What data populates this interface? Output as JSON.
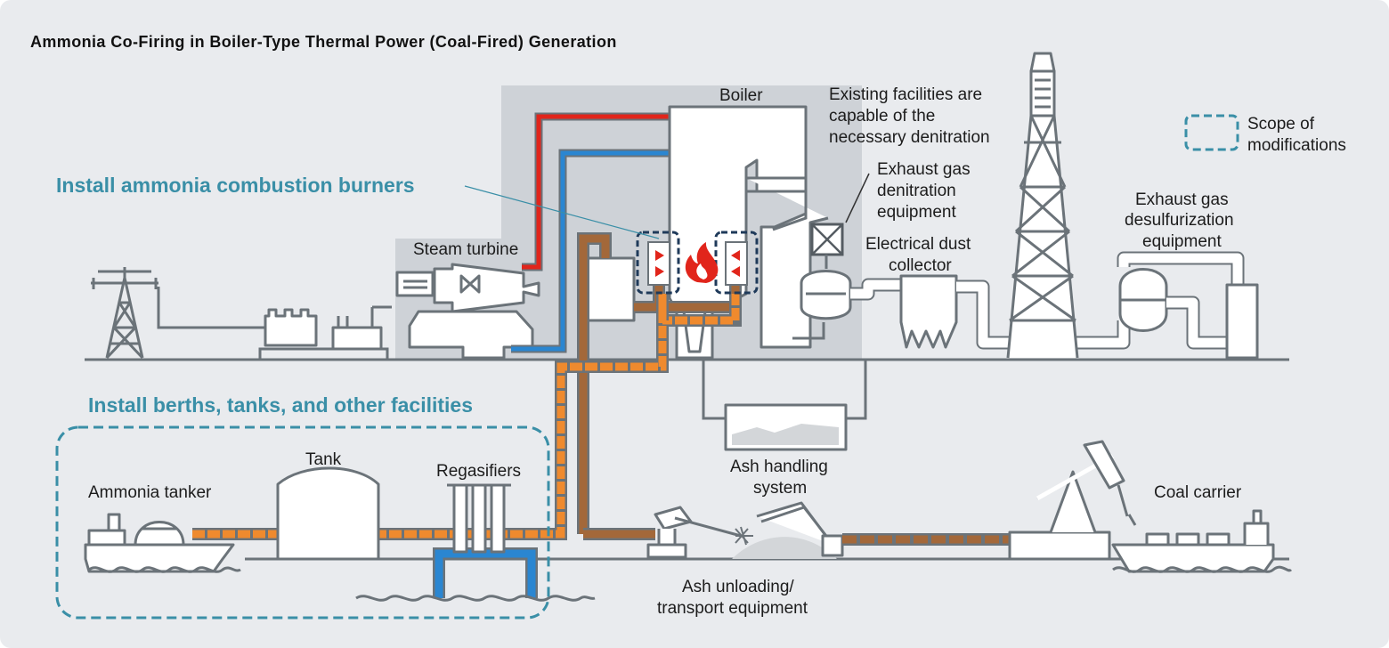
{
  "title": "Ammonia Co-Firing in Boiler-Type Thermal Power (Coal-Fired) Generation",
  "callouts": {
    "burners": "Install ammonia combustion burners",
    "berths": "Install berths, tanks, and other facilities"
  },
  "legend": {
    "line1": "Scope of",
    "line2": "modifications"
  },
  "labels": {
    "boiler": "Boiler",
    "existing": [
      "Existing facilities are",
      "capable of the",
      "necessary denitration"
    ],
    "denitration": [
      "Exhaust gas",
      "denitration",
      "equipment"
    ],
    "dust": [
      "Electrical dust",
      "collector"
    ],
    "desulfurization": [
      "Exhaust gas",
      "desulfurization",
      "equipment"
    ],
    "steam_turbine": "Steam turbine",
    "tank": "Tank",
    "regasifiers": "Regasifiers",
    "ammonia_tanker": "Ammonia tanker",
    "ash_handling": [
      "Ash handling",
      "system"
    ],
    "ash_unloading": [
      "Ash unloading/",
      "transport equipment"
    ],
    "coal_carrier": "Coal carrier"
  },
  "colors": {
    "background": "#e9ebee",
    "equipment_outline": "#6b7379",
    "accent_teal": "#3a8fa7",
    "steam_red": "#e1251b",
    "water_blue": "#2a86d1",
    "ammonia_orange": "#ef8a2e",
    "coal_brown": "#a3683a",
    "flame_red": "#e1251b",
    "burner_box": "#1f3a5a"
  }
}
